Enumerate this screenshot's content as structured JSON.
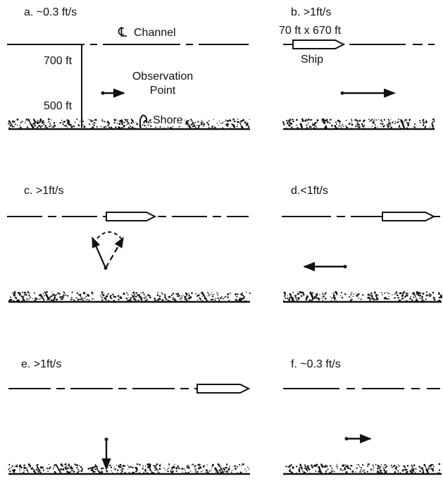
{
  "panels": [
    {
      "id": "a",
      "caption": "a. ~0.3 ft/s"
    },
    {
      "id": "b",
      "caption": "b. >1ft/s"
    },
    {
      "id": "c",
      "caption": "c. >1ft/s"
    },
    {
      "id": "d",
      "caption": "d.<1ft/s"
    },
    {
      "id": "e",
      "caption": "e. >1ft/s"
    },
    {
      "id": "f",
      "caption": "f. ~0.3 ft/s"
    }
  ],
  "labels": {
    "channel": "Channel",
    "centerline_symbol": "℄",
    "depth_700": "700 ft",
    "depth_500": "500 ft",
    "observation_line1": "Observation",
    "observation_line2": "Point",
    "shore": "Shore",
    "ship_size": "70 ft x 670 ft",
    "ship": "Ship"
  },
  "colors": {
    "ink": "#111111",
    "paper": "#ffffff"
  }
}
